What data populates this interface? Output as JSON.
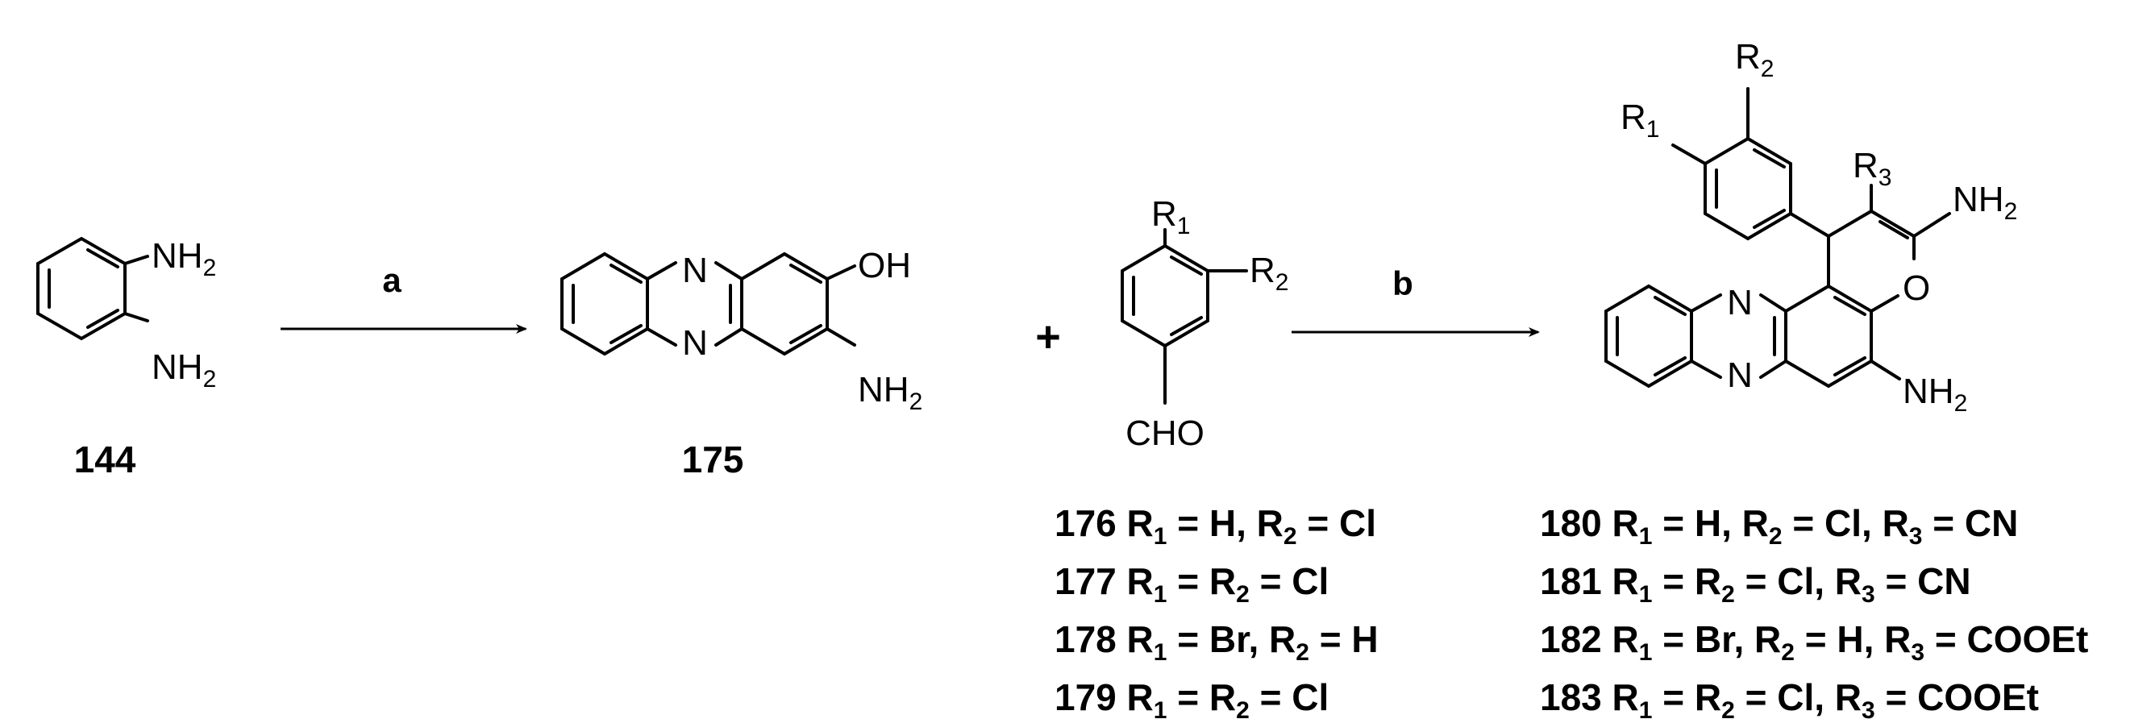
{
  "compounds": {
    "c144": "144",
    "c175": "175"
  },
  "atoms": {
    "nh2": "NH",
    "sub2": "2",
    "oh": "OH",
    "n": "N",
    "o": "O",
    "cho": "CHO",
    "r": "R",
    "sub1": "1",
    "sub3": "3"
  },
  "conditions": {
    "a": "a",
    "b": "b"
  },
  "plus": "+",
  "list_aldehydes": [
    {
      "num": "176",
      "text_a": "R",
      "sub_a": "1",
      "mid": " = H, R",
      "sub_b": "2",
      "end": " = Cl"
    },
    {
      "num": "177",
      "text_a": "R",
      "sub_a": "1",
      "mid": " = R",
      "sub_b": "2",
      "end": " = Cl"
    },
    {
      "num": "178",
      "text_a": "R",
      "sub_a": "1",
      "mid": " = Br, R",
      "sub_b": "2",
      "end": " = H"
    },
    {
      "num": "179",
      "text_a": "R",
      "sub_a": "1",
      "mid": " = R",
      "sub_b": "2",
      "end": " = Cl"
    }
  ],
  "list_products": [
    {
      "num": "180",
      "text_a": "R",
      "sub_a": "1",
      "mid": " = H, R",
      "sub_b": "2",
      "mid2": " = Cl, R",
      "sub_c": "3",
      "end": " = CN"
    },
    {
      "num": "181",
      "text_a": "R",
      "sub_a": "1",
      "mid": " = R",
      "sub_b": "2",
      "mid2": " = Cl, R",
      "sub_c": "3",
      "end": " = CN"
    },
    {
      "num": "182",
      "text_a": "R",
      "sub_a": "1",
      "mid": " = Br, R",
      "sub_b": "2",
      "mid2": " = H, R",
      "sub_c": "3",
      "end": " = COOEt"
    },
    {
      "num": "183",
      "text_a": "R",
      "sub_a": "1",
      "mid": " = R",
      "sub_b": "2",
      "mid2": " = Cl, R",
      "sub_c": "3",
      "end": " = COOEt"
    }
  ]
}
